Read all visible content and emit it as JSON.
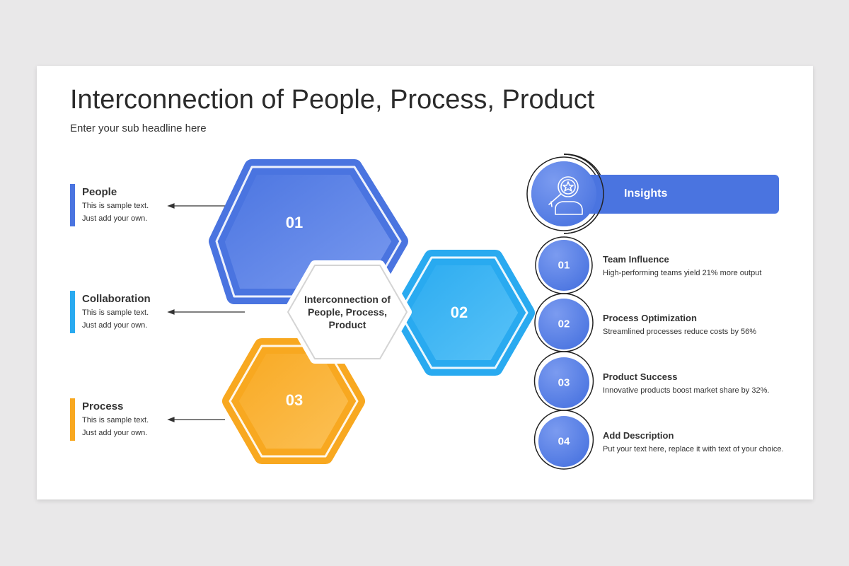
{
  "title": "Interconnection of People, Process, Product",
  "subtitle": "Enter your sub headline here",
  "left_items": [
    {
      "heading": "People",
      "line1": "This is sample text.",
      "line2": "Just add your own.",
      "color": "#4a74e0"
    },
    {
      "heading": "Collaboration",
      "line1": "This is sample text.",
      "line2": "Just add your own.",
      "color": "#29aaf0"
    },
    {
      "heading": "Process",
      "line1": "This is sample text.",
      "line2": "Just add your own.",
      "color": "#f8a820"
    }
  ],
  "hexagons": [
    {
      "label": "01",
      "color": "#4a74e0"
    },
    {
      "label": "02",
      "color": "#29aaf0"
    },
    {
      "label": "03",
      "color": "#f8a820"
    }
  ],
  "center": {
    "line1": "Interconnection of",
    "line2": "People, Process,",
    "line3": "Product"
  },
  "insights": {
    "label": "Insights",
    "icon": "person-search-star-icon",
    "color": "#4a74e0"
  },
  "steps": [
    {
      "num": "01",
      "title": "Team Influence",
      "desc": "High-performing teams yield 21% more output"
    },
    {
      "num": "02",
      "title": "Process Optimization",
      "desc": "Streamlined processes reduce costs by 56%"
    },
    {
      "num": "03",
      "title": "Product Success",
      "desc": "Innovative products boost market share by 32%."
    },
    {
      "num": "04",
      "title": "Add Description",
      "desc": "Put your text here, replace it with text of your choice."
    }
  ]
}
